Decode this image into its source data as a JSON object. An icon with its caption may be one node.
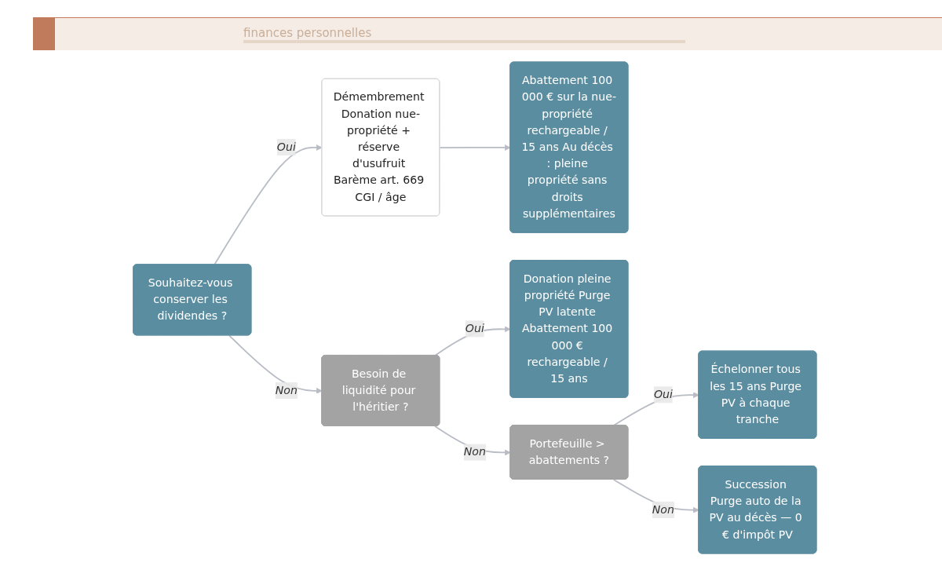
{
  "diagram": {
    "nodes": [
      {
        "text": [
          "Souhaitez-vous conserver les dividendes ?"
        ]
      },
      {
        "text": [
          "Démembrement Donation nue-propriété + réserve d'usufruit Barème art. 669 CGI / âge"
        ]
      },
      {
        "text": [
          "Abattement 100 000 € sur la nue-propriété rechargeable / 15 ans Au décès : pleine propriété sans droits supplémentaires"
        ]
      },
      {
        "text": [
          "Besoin de liquidité pour l'héritier ?"
        ]
      },
      {
        "text": [
          "Donation pleine propriété Purge PV latente Abattement 100 000 € rechargeable / 15 ans"
        ]
      },
      {
        "text": [
          "Portefeuille > abattements ?"
        ]
      },
      {
        "text": [
          "Échelonner tous les 15 ans Purge PV à chaque tranche"
        ]
      },
      {
        "text": [
          "Succession Purge auto de la PV au décès — 0 € d'impôt PV"
        ]
      }
    ],
    "edges": [
      {
        "from": 0,
        "to": 1,
        "label": "Oui",
        "arrow": "to"
      },
      {
        "from": 0,
        "to": 3,
        "label": "Non",
        "arrow": "to"
      },
      {
        "from": 1,
        "to": 2,
        "arrow": "to"
      },
      {
        "from": 3,
        "to": 4,
        "label": "Oui",
        "arrow": "to"
      },
      {
        "from": 3,
        "to": 5,
        "label": "Non",
        "arrow": "to"
      },
      {
        "from": 5,
        "to": 6,
        "label": "Oui",
        "arrow": "to"
      },
      {
        "from": 5,
        "to": 7,
        "label": "Non",
        "arrow": "to"
      }
    ],
    "labels": [
      "finances personnelles"
    ]
  }
}
